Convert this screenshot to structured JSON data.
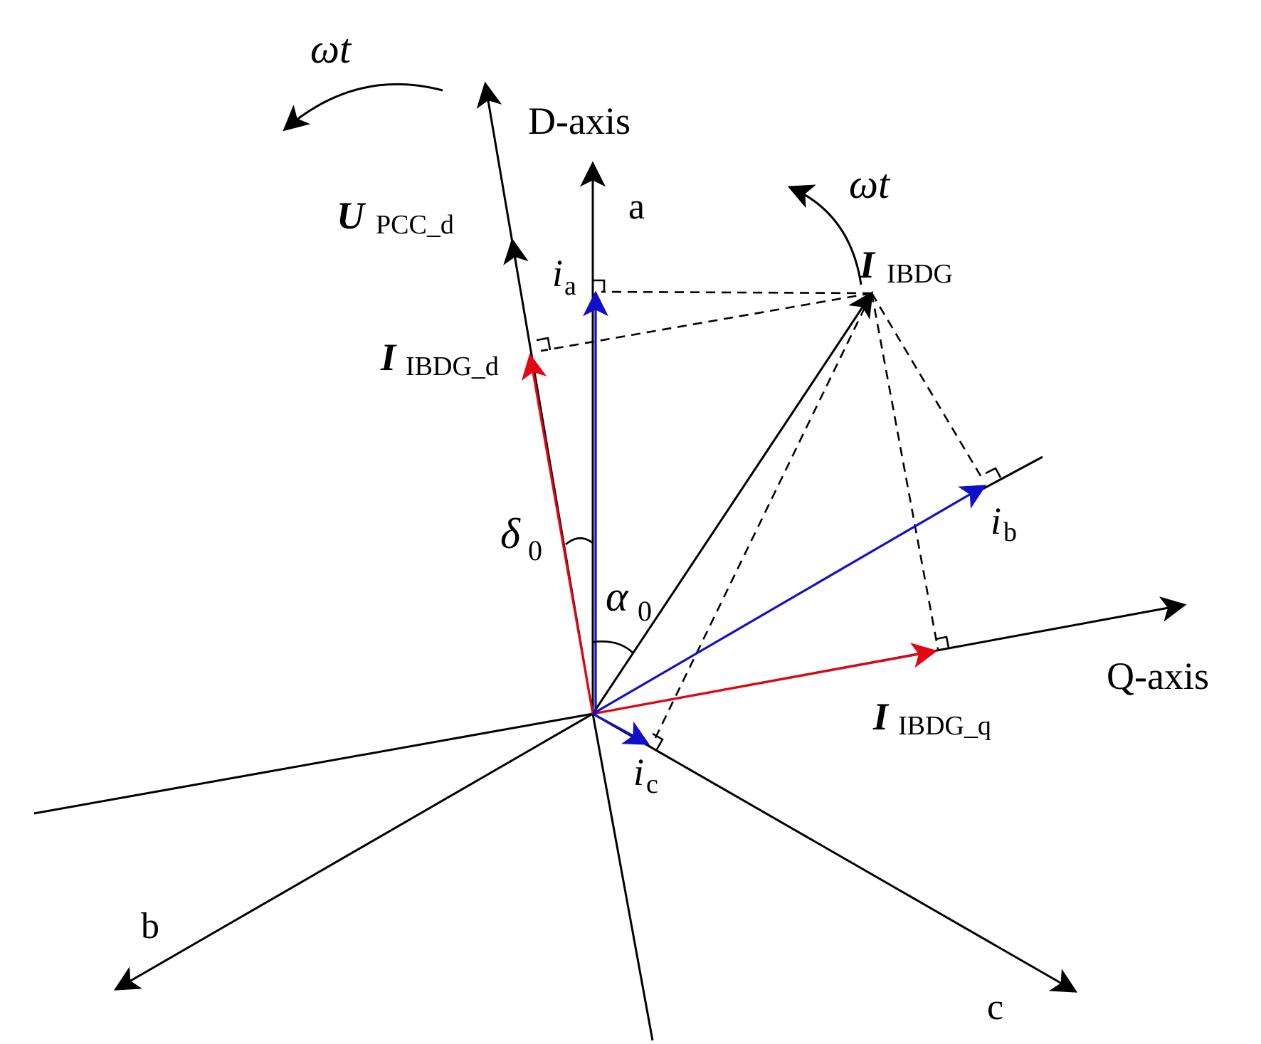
{
  "colors": {
    "axis": "#000000",
    "red": "#e30613",
    "blue": "#1010c8"
  },
  "labels": {
    "omega_t_left": "ωt",
    "omega_t_right": "ωt",
    "d_axis": "D-axis",
    "q_axis": "Q-axis",
    "a": "a",
    "b": "b",
    "c": "c",
    "u_pcc_main": "U",
    "u_pcc_sub": "PCC_d",
    "i_ibdg_main": "I",
    "i_ibdg_sub": "IBDG",
    "i_ibdg_d_main": "I",
    "i_ibdg_d_sub": "IBDG_d",
    "i_ibdg_q_main": "I",
    "i_ibdg_q_sub": "IBDG_q",
    "ia_main": "i",
    "ia_sub": "a",
    "ib_main": "i",
    "ib_sub": "b",
    "ic_main": "i",
    "ic_sub": "c",
    "delta_main": "δ",
    "delta_sub": "0",
    "alpha_main": "α",
    "alpha_sub": "0"
  }
}
